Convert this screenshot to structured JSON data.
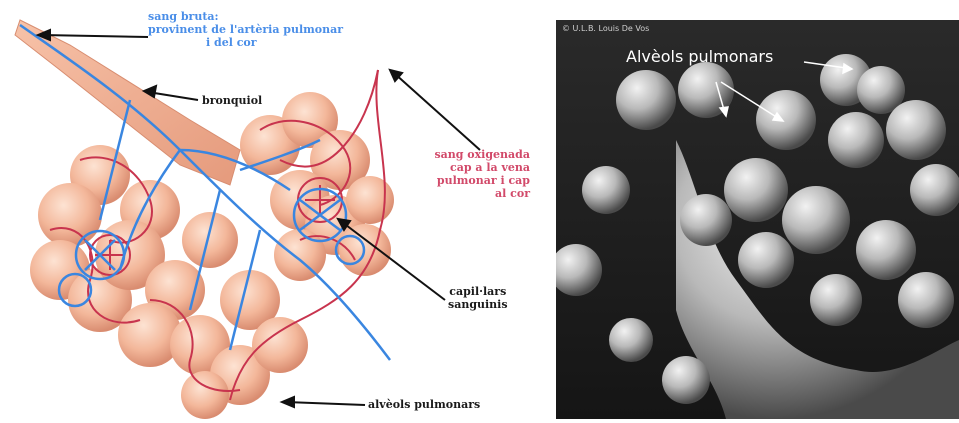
{
  "diagram": {
    "labels": {
      "deoxygenated_line1": "sang bruta:",
      "deoxygenated_line2": "provinent de l'artèria pulmonar",
      "deoxygenated_line3": "i del cor",
      "bronchiole": "bronquiol",
      "oxygenated_line1": "sang oxigenada",
      "oxygenated_line2": "cap a la vena",
      "oxygenated_line3": "pulmonar i cap",
      "oxygenated_line4": "al cor",
      "capillaries_line1": "capil·lars",
      "capillaries_line2": "sanguinis",
      "alveoli": "alvèols pulmonars"
    },
    "colors": {
      "deoxygenated": "#3a86e0",
      "oxygenated": "#c8344e",
      "alveolus": "#f3b79a",
      "bronchiole": "#f0a888"
    }
  },
  "photo": {
    "credit": "© U.L.B. Louis De Vos",
    "title": "Alvèols pulmonars"
  }
}
